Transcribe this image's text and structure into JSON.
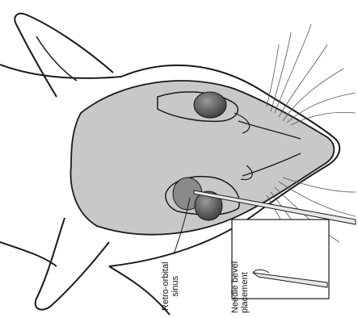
{
  "labels": {
    "sinus_line1": "Retro-orbital",
    "sinus_line2": "sinus",
    "needle_line1": "Needle bevel",
    "needle_line2": "placement"
  },
  "colors": {
    "skull_fill": "#c8c8c8",
    "eye_fill": "#555555",
    "sinus_fill": "#8a8a8a",
    "outline": "#1a1a1a"
  }
}
